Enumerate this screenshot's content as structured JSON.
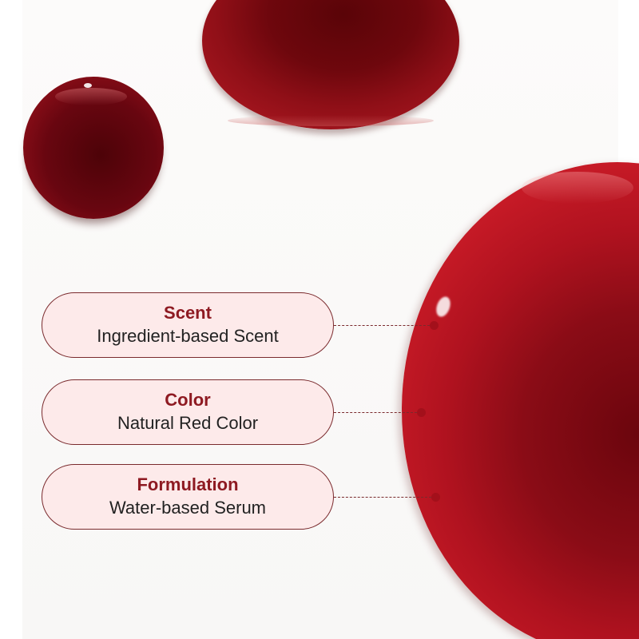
{
  "colors": {
    "accent_red": "#8e1a22",
    "pill_background": "#fdeaea",
    "pill_border": "#7a2a2d",
    "dot": "#a3101b",
    "background": "#fbfaf9"
  },
  "features": [
    {
      "title": "Scent",
      "description": "Ingredient-based Scent"
    },
    {
      "title": "Color",
      "description": "Natural Red Color"
    },
    {
      "title": "Formulation",
      "description": "Water-based Serum"
    }
  ]
}
